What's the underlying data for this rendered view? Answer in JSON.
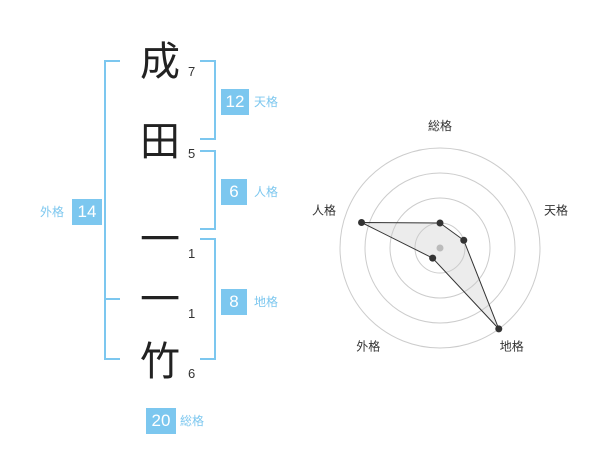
{
  "name": {
    "characters": [
      {
        "char": "成",
        "strokes": "7"
      },
      {
        "char": "田",
        "strokes": "5"
      },
      {
        "char": "一",
        "strokes": "1"
      },
      {
        "char": "一",
        "strokes": "1"
      },
      {
        "char": "竹",
        "strokes": "6"
      }
    ]
  },
  "fortune": {
    "tenkaku": {
      "value": "12",
      "label": "天格"
    },
    "jinkaku": {
      "value": "6",
      "label": "人格"
    },
    "chikaku": {
      "value": "8",
      "label": "地格"
    },
    "gaikaku": {
      "value": "14",
      "label": "外格"
    },
    "soukaku": {
      "value": "20",
      "label": "総格"
    }
  },
  "colors": {
    "accent": "#7cc7ef",
    "text": "#222222"
  },
  "chart_data": {
    "type": "radar",
    "axes": [
      "総格",
      "天格",
      "地格",
      "外格",
      "人格"
    ],
    "levels": 4,
    "values": [
      1,
      1,
      4,
      0.5,
      3.3
    ],
    "max": 4
  }
}
